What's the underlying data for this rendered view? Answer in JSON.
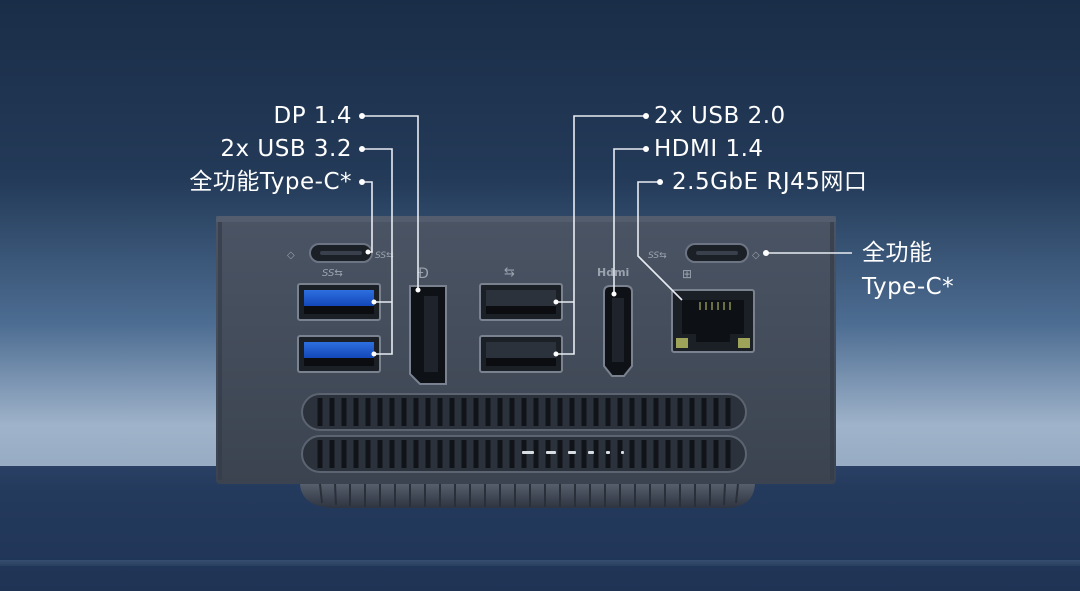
{
  "labels": {
    "dp": "DP 1.4",
    "usb32": "2x USB 3.2",
    "typec_left": "全功能Type-C*",
    "usb20": "2x USB 2.0",
    "hdmi": "HDMI 1.4",
    "rj45": "2.5GbE RJ45网口",
    "typec_right_line1": "全功能",
    "typec_right_line2": "Type-C*"
  },
  "port_icons": {
    "ss_usb": "SS⇆",
    "hdmi_logo": "Hdmi",
    "usb_symbol": "⇆"
  }
}
